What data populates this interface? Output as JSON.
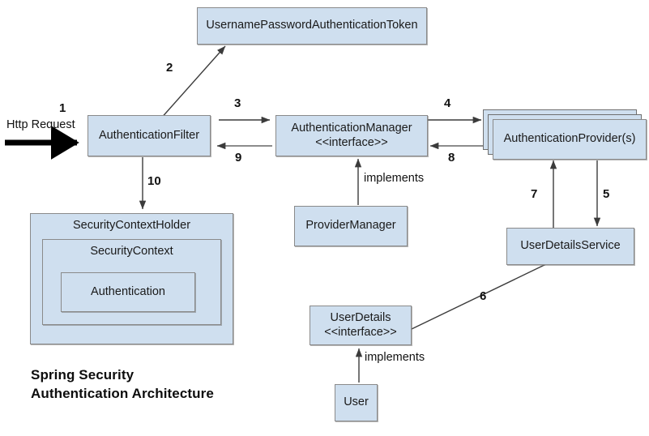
{
  "title": {
    "line1": "Spring Security",
    "line2": "Authentication Architecture",
    "text": "Spring Security\nAuthentication Architecture"
  },
  "colors": {
    "box_fill": "#cfdfef",
    "box_border": "#8a8a8a",
    "arrow": "#3b3b3b",
    "text": "#111111",
    "background": "#ffffff"
  },
  "nodes": {
    "token": {
      "label": "UsernamePasswordAuthenticationToken"
    },
    "auth_filter": {
      "label": "AuthenticationFilter"
    },
    "auth_manager": {
      "label": "AuthenticationManager\n<<interface>>"
    },
    "auth_provider": {
      "label": "AuthenticationProvider(s)",
      "stacked": true
    },
    "provider_manager": {
      "label": "ProviderManager"
    },
    "user_details_service": {
      "label": "UserDetailsService"
    },
    "user_details": {
      "label": "UserDetails\n<<interface>>"
    },
    "user": {
      "label": "User"
    },
    "security_context_holder": {
      "label": "SecurityContextHolder"
    },
    "security_context": {
      "label": "SecurityContext"
    },
    "authentication": {
      "label": "Authentication"
    }
  },
  "edges": {
    "http_request": {
      "label": "Http Request",
      "number": "1"
    },
    "filter_to_token": {
      "number": "2"
    },
    "filter_to_manager": {
      "number": "3"
    },
    "manager_to_provider": {
      "number": "4"
    },
    "provider_to_uds": {
      "number": "5"
    },
    "uds_to_userdetails": {
      "number": "6"
    },
    "uds_to_provider": {
      "number": "7"
    },
    "provider_to_manager": {
      "number": "8"
    },
    "manager_to_filter": {
      "number": "9"
    },
    "filter_to_scholder": {
      "number": "10"
    },
    "provider_manager_implements": {
      "label": "implements"
    },
    "user_implements": {
      "label": "implements"
    }
  }
}
